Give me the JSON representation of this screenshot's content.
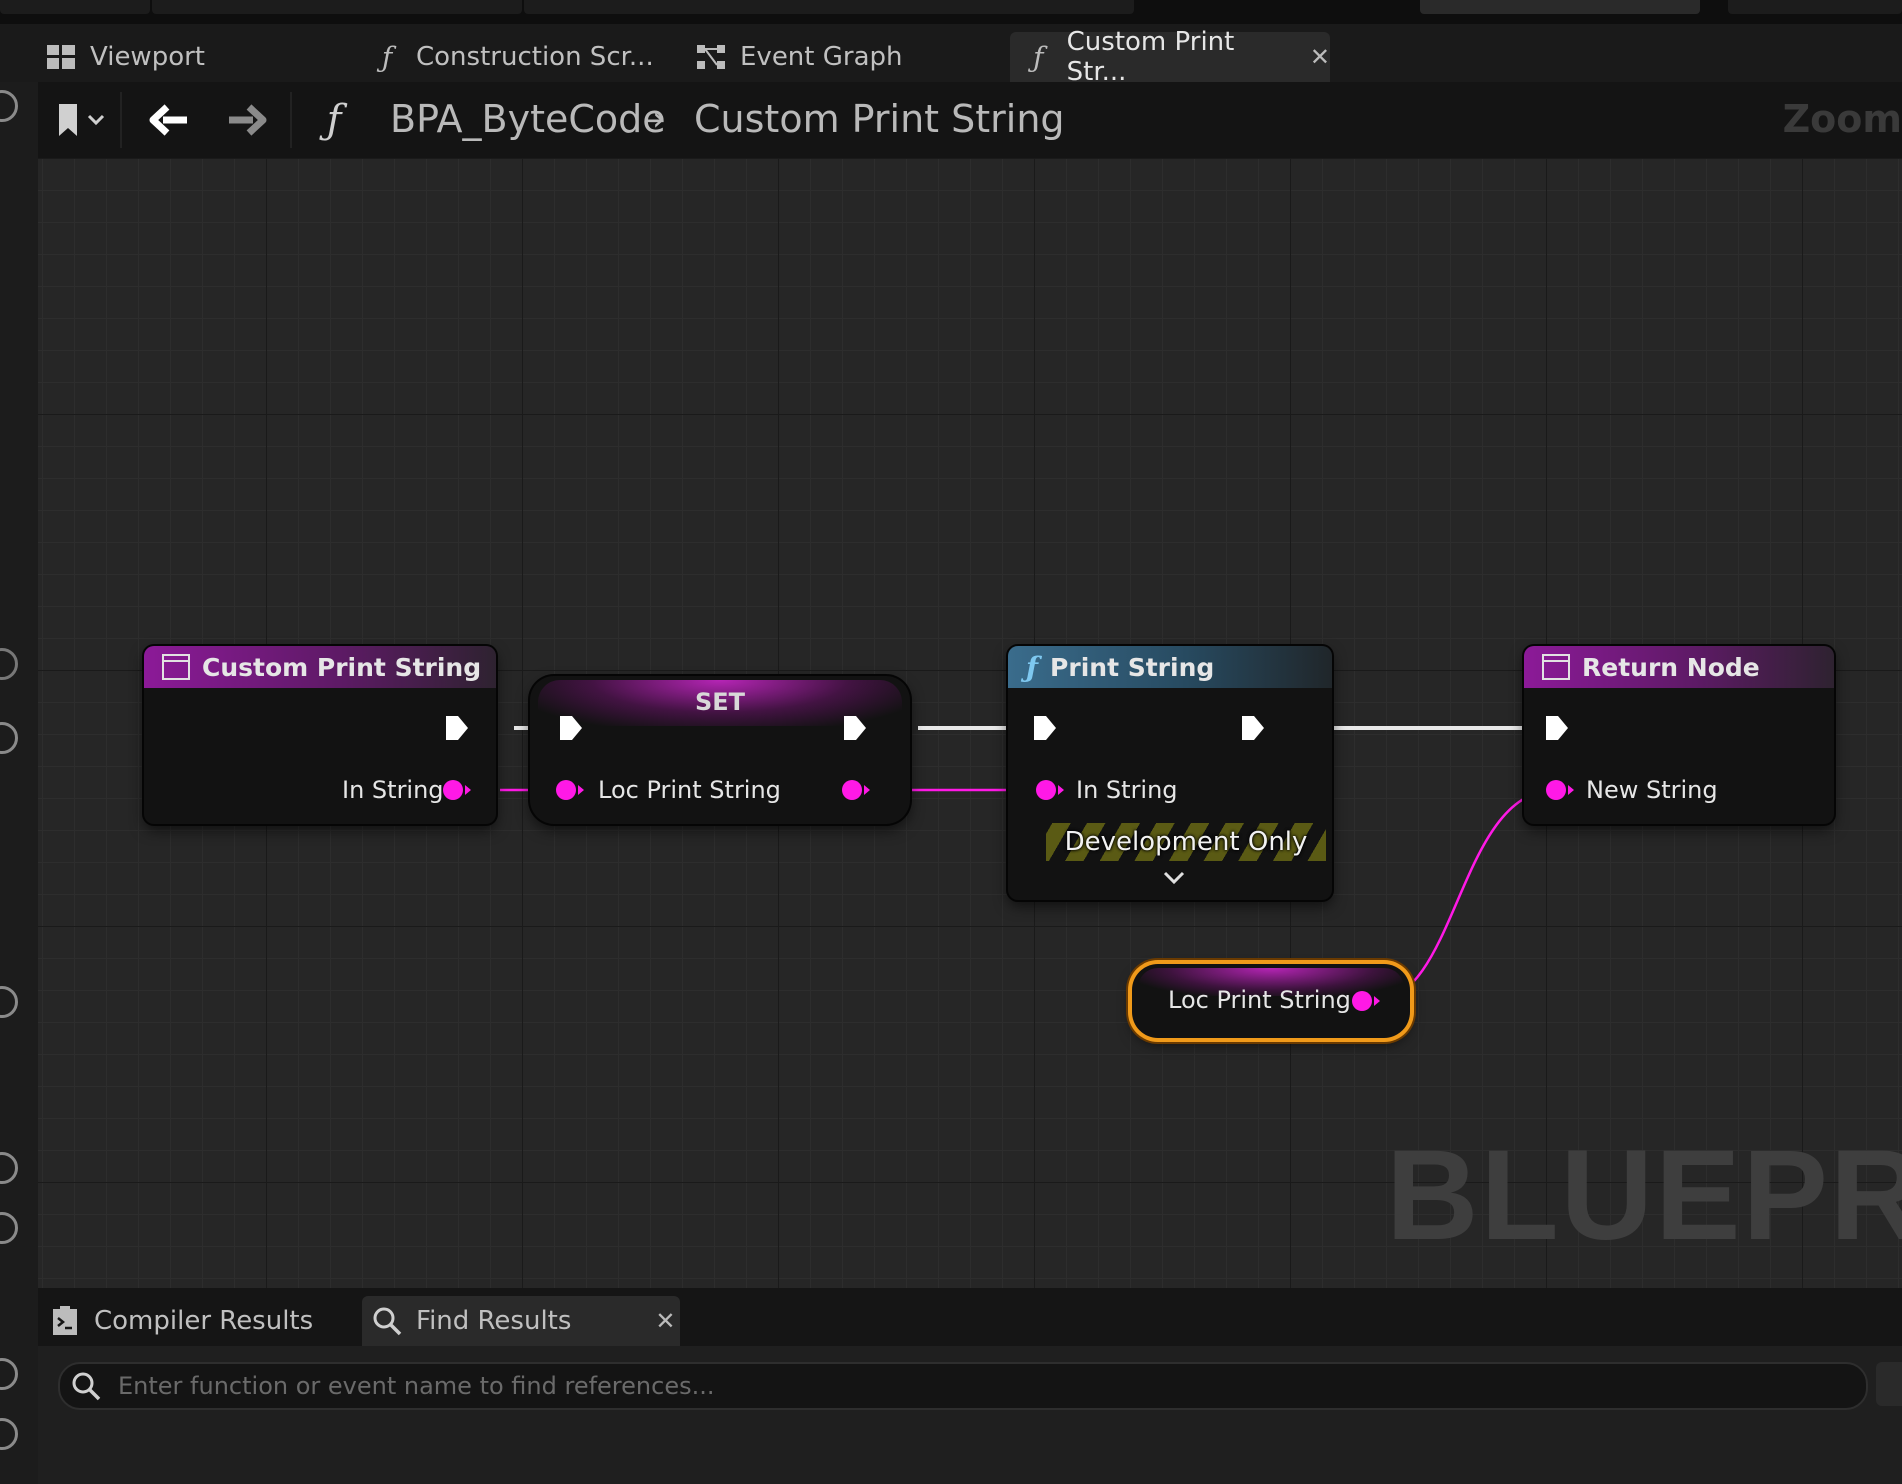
{
  "tabs": [
    {
      "label": "Viewport",
      "icon": "viewport-icon",
      "active": false
    },
    {
      "label": "Construction Scr...",
      "icon": "function-icon",
      "active": false
    },
    {
      "label": "Event Graph",
      "icon": "event-graph-icon",
      "active": false
    },
    {
      "label": "Custom Print Str...",
      "icon": "function-icon",
      "active": true
    }
  ],
  "toolbar": {
    "breadcrumb_blueprint": "BPA_ByteCode",
    "breadcrumb_function": "Custom Print String",
    "zoom_label": "Zoom"
  },
  "graph": {
    "watermark": "BLUEPRINT",
    "nodes": {
      "entry": {
        "title": "Custom Print String",
        "pin_in_string": "In String"
      },
      "set": {
        "title": "SET",
        "pin_var": "Loc Print String"
      },
      "print_string": {
        "title": "Print String",
        "pin_in_string": "In String",
        "development_only": "Development Only"
      },
      "return": {
        "title": "Return Node",
        "pin_new_string": "New String"
      },
      "getter": {
        "label": "Loc Print String"
      }
    }
  },
  "bottom": {
    "tabs": [
      {
        "label": "Compiler Results",
        "icon": "compiler-results-icon",
        "active": false
      },
      {
        "label": "Find Results",
        "icon": "search-icon",
        "active": true
      }
    ],
    "search_placeholder": "Enter function or event name to find references..."
  },
  "colors": {
    "string_pin": "#ff19e6",
    "exec_wire": "#e8e8e8",
    "selected_outline": "#f09a1a",
    "function_header": "#3a6c8c",
    "entry_header": "#8c1a98"
  }
}
